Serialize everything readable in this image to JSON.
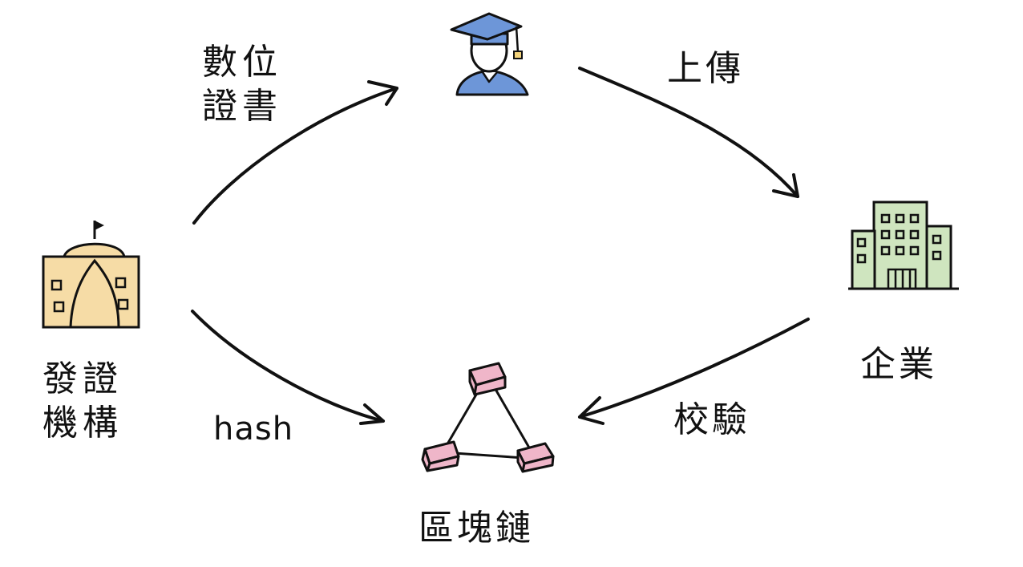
{
  "nodes": {
    "issuer": {
      "line1": "發證",
      "line2": "機構",
      "icon": "government-building-icon",
      "color": "#f6dca6"
    },
    "graduate": {
      "icon": "graduate-icon",
      "color": "#6d96d8"
    },
    "company": {
      "label": "企業",
      "icon": "office-building-icon",
      "color": "#cfe5bf"
    },
    "blockchain": {
      "label": "區塊鏈",
      "icon": "blockchain-icon",
      "color": "#efb6c9"
    }
  },
  "edges": {
    "digital_certificate": {
      "line1": "數位",
      "line2": "證書"
    },
    "upload": {
      "label": "上傳"
    },
    "hash": {
      "label": "hash"
    },
    "verify": {
      "label": "校驗"
    }
  }
}
